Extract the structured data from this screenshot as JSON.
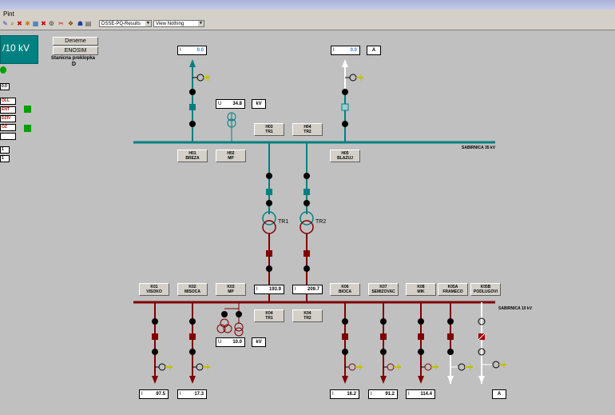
{
  "menu": {
    "item": "Pint"
  },
  "toolbar": {
    "dropdown1": "DSSE-PQ-Results",
    "dropdown2": "View Nothing"
  },
  "left_panel": {
    "voltage_title": "/10 kV",
    "value_box": "0.0",
    "status_labels": [
      "OLL",
      "ENT",
      "DZIV",
      "OZ"
    ],
    "small_boxes": [
      "1",
      "1"
    ]
  },
  "header_buttons": {
    "deneme": "Deneme",
    "enosim": "ENOSIM",
    "caption": "Stanicna preklopka",
    "letter": "D"
  },
  "top_meters": [
    {
      "unit": "I",
      "value": "0.0"
    },
    {
      "unit": "I",
      "value": "0.0",
      "unit_label": "A"
    }
  ],
  "voltage_35": {
    "unit": "U",
    "value": "34.8",
    "unit_label": "kV"
  },
  "bus35": {
    "label": "SABIRNICA 35 kV",
    "buttons": [
      {
        "num": "H03",
        "name": "TR1"
      },
      {
        "num": "H04",
        "name": "TR2"
      },
      {
        "num": "H01",
        "name": "BREZA"
      },
      {
        "num": "H02",
        "name": "MP"
      },
      {
        "num": "H05",
        "name": "BLAZUJ"
      }
    ]
  },
  "transformers": [
    "TR1",
    "TR2"
  ],
  "bus10": {
    "label": "SABIRNICA 10 kV",
    "buttons": [
      {
        "num": "K01",
        "name": "VISOKO"
      },
      {
        "num": "K02",
        "name": "MISOCA"
      },
      {
        "num": "K03",
        "name": "MP"
      },
      {
        "num": "K06",
        "name": "BIOCA"
      },
      {
        "num": "K07",
        "name": "SEMIZOVAC"
      },
      {
        "num": "K08",
        "name": "MIK"
      },
      {
        "num": "K05A",
        "name": "FRAMECO"
      },
      {
        "num": "K05B",
        "name": "PODLUGOVI"
      },
      {
        "num": "K04",
        "name": "TR1"
      },
      {
        "num": "K04",
        "name": "TR2"
      }
    ]
  },
  "tr_meters": [
    {
      "unit": "I",
      "value": "193.9"
    },
    {
      "unit": "I",
      "value": "209.7"
    }
  ],
  "voltage_10": {
    "unit": "U",
    "value": "10.0",
    "unit_label": "kV"
  },
  "bottom_meters": [
    {
      "unit": "I",
      "value": "97.5"
    },
    {
      "unit": "I",
      "value": "17.3"
    },
    {
      "unit": "I",
      "value": "16.2"
    },
    {
      "unit": "I",
      "value": "91.2"
    },
    {
      "unit": "I",
      "value": "114.4"
    },
    {
      "unit_label": "A"
    }
  ],
  "colors": {
    "bus": "#008080",
    "hv_feeder": "#008080",
    "lv_feeder": "#800000",
    "background": "#c0c0c0"
  }
}
